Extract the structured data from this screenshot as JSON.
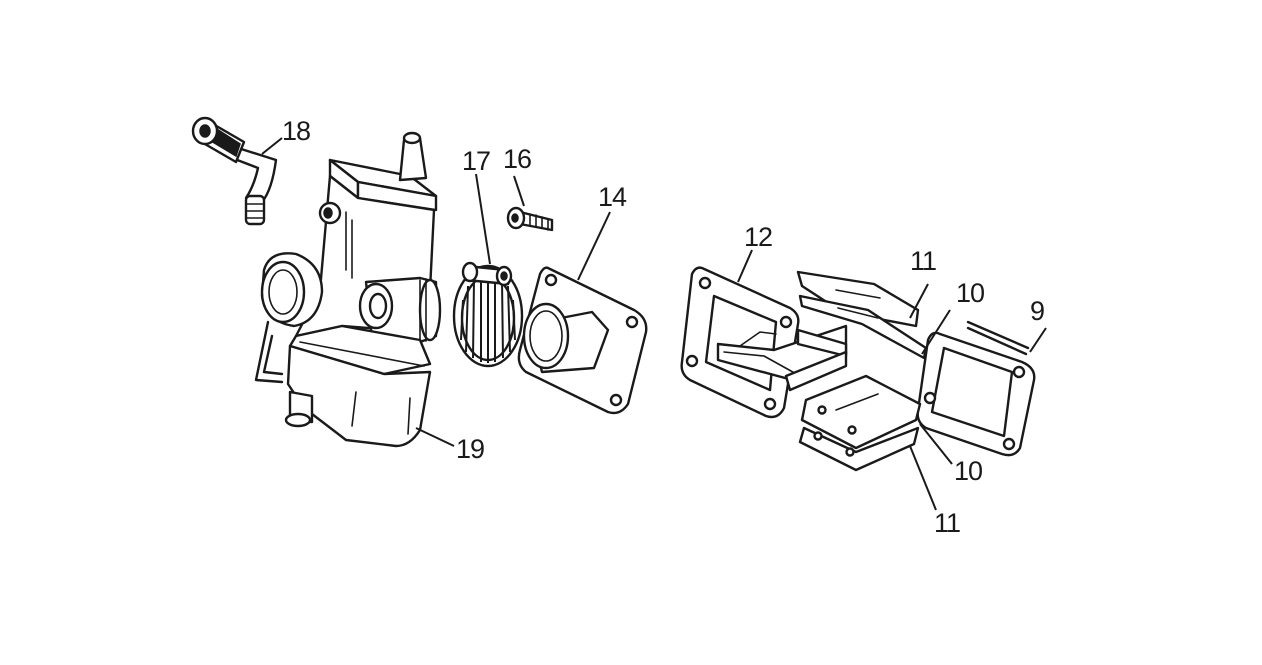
{
  "diagram": {
    "labels": {
      "p18": "18",
      "p17": "17",
      "p16": "16",
      "p14": "14",
      "p12": "12",
      "p11_top": "11",
      "p10_top": "10",
      "p9": "9",
      "p19": "19",
      "p10_bottom": "10",
      "p11_bottom": "11"
    },
    "colors": {
      "ink": "#1a1a1a",
      "background": "#ffffff"
    }
  }
}
